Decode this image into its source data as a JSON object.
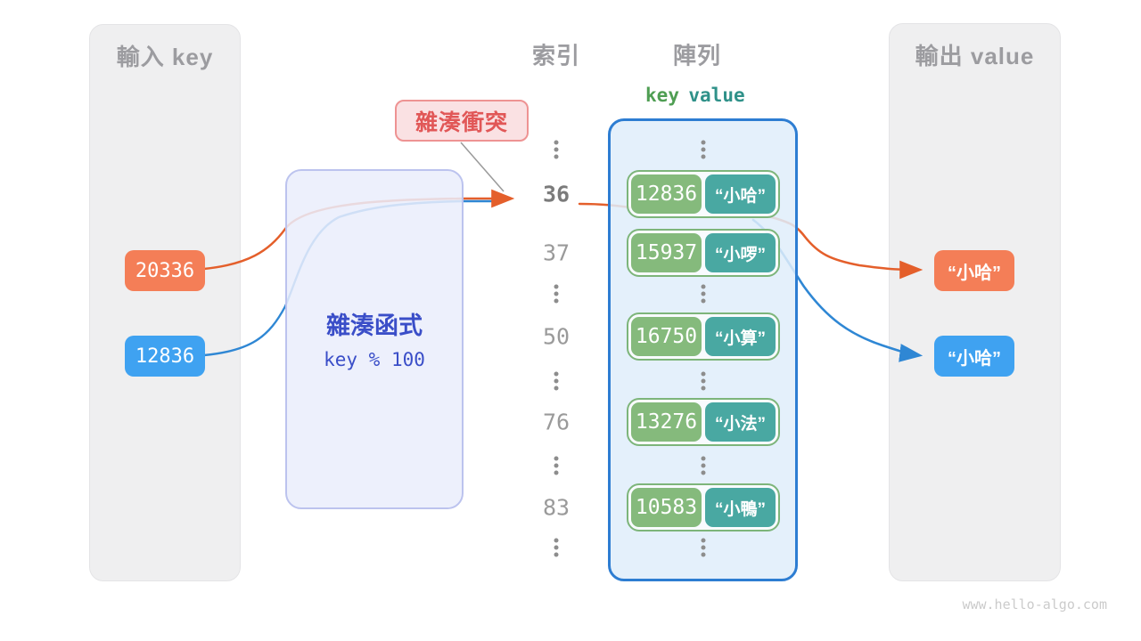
{
  "site": {
    "watermark": "www.hello-algo.com"
  },
  "panels": {
    "input": {
      "title": "輸入 key"
    },
    "output": {
      "title": "輸出 value"
    },
    "hash": {
      "title": "雜湊函式",
      "formula": "key % 100"
    },
    "index_header": "索引",
    "array_header": "陣列",
    "array_columns": {
      "key": "key",
      "value": "value"
    }
  },
  "badge": {
    "label": "雜湊衝突"
  },
  "inputs": [
    {
      "key": "20336",
      "color": "orange"
    },
    {
      "key": "12836",
      "color": "blue"
    }
  ],
  "outputs": [
    {
      "value": "“小哈”",
      "color": "orange"
    },
    {
      "value": "“小哈”",
      "color": "blue"
    }
  ],
  "rows": [
    {
      "kind": "dots"
    },
    {
      "kind": "entry",
      "index": "36",
      "highlight": true,
      "key": "12836",
      "value": "“小哈”"
    },
    {
      "kind": "entry",
      "index": "37",
      "key": "15937",
      "value": "“小啰”"
    },
    {
      "kind": "dots"
    },
    {
      "kind": "entry",
      "index": "50",
      "key": "16750",
      "value": "“小算”"
    },
    {
      "kind": "dots"
    },
    {
      "kind": "entry",
      "index": "76",
      "key": "13276",
      "value": "“小法”"
    },
    {
      "kind": "dots"
    },
    {
      "kind": "entry",
      "index": "83",
      "key": "10583",
      "value": "“小鴨”"
    },
    {
      "kind": "dots"
    }
  ],
  "colors": {
    "orange_box": "#f47e57",
    "blue_box": "#3fa2f1",
    "orange_line": "#e45f2b",
    "blue_line": "#2f87d4",
    "key_green": "#85ba7c",
    "value_teal": "#49a8a2",
    "array_border": "#2d7dd2",
    "hash_text": "#3a4ec8",
    "badge_text": "#e15757"
  }
}
